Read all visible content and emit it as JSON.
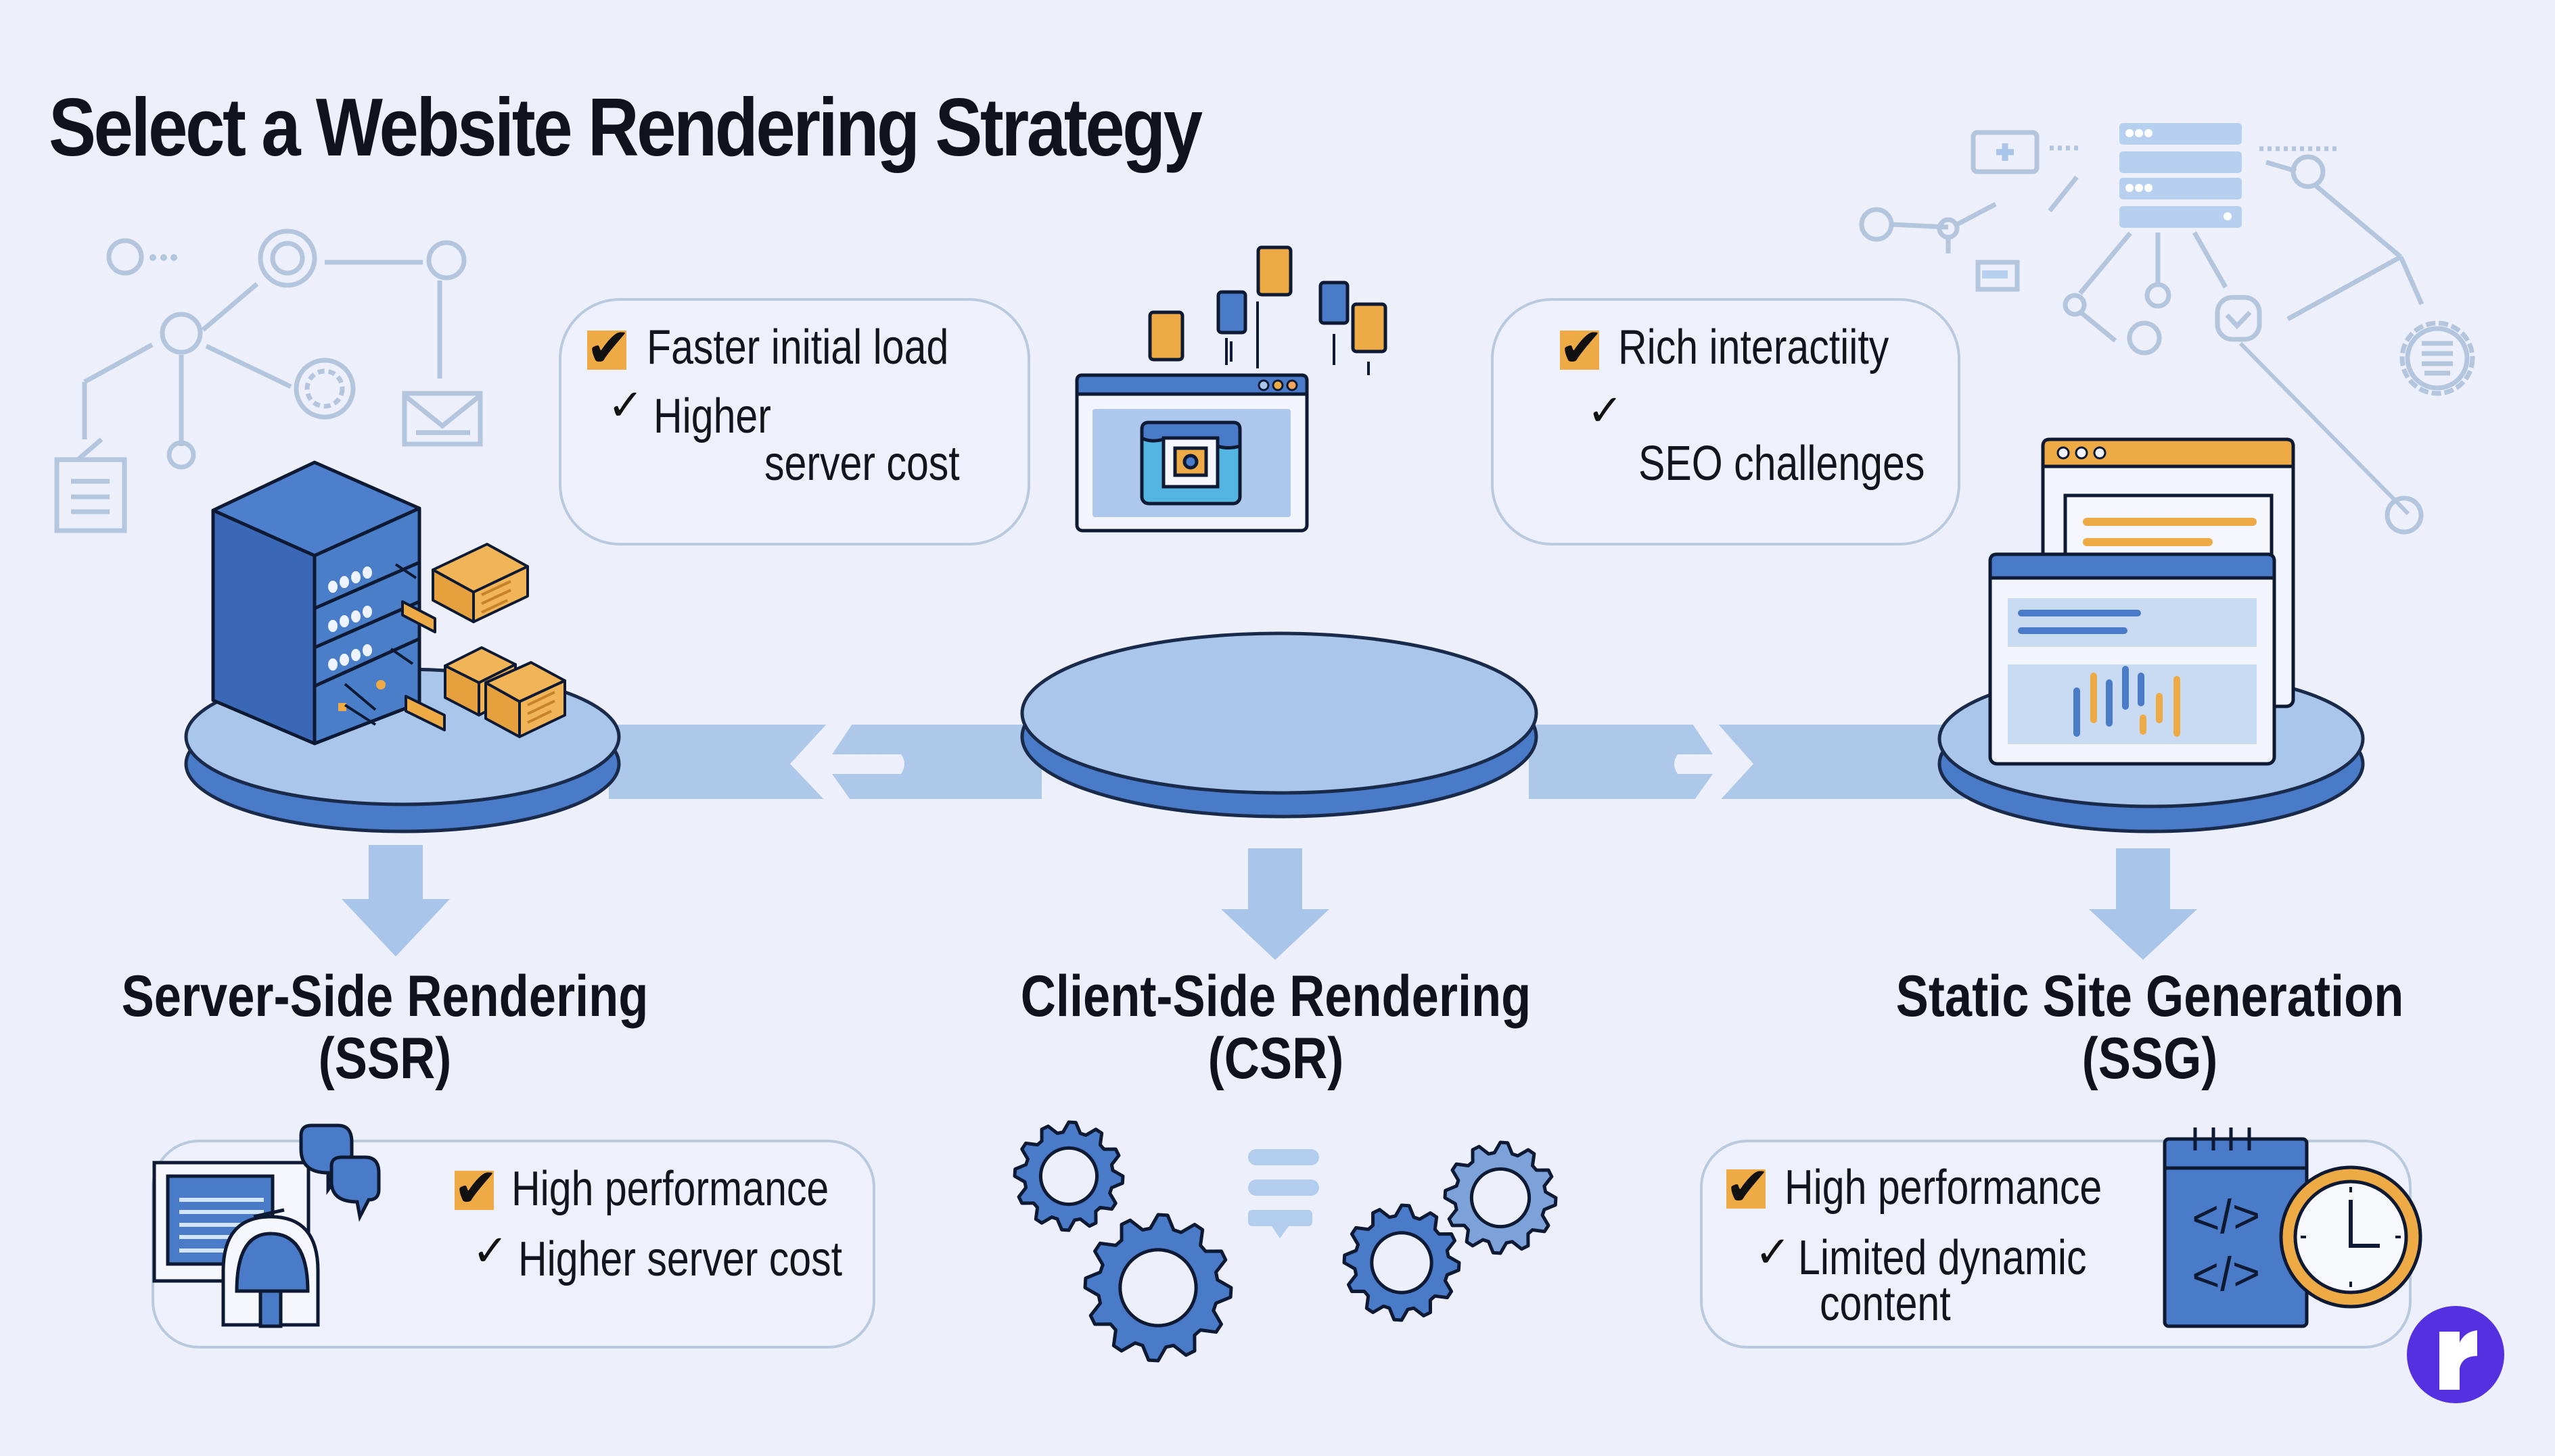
{
  "title": "Select a Website Rendering Strategy",
  "colors": {
    "background": "#edf0fb",
    "primary_blue": "#4a7bc8",
    "light_blue": "#a9c6ea",
    "accent_orange": "#eeaa45",
    "text": "#10131c",
    "brand_purple": "#5530e0"
  },
  "top_callouts": {
    "ssr": {
      "items": [
        {
          "icon": "checkbox-checked-icon",
          "text": "Faster initial load"
        },
        {
          "icon": "checkmark-icon",
          "text": "Higher",
          "text_cont": "server cost"
        }
      ]
    },
    "csr": {
      "items": [
        {
          "icon": "checkbox-checked-icon",
          "text": "Rich interactiity"
        },
        {
          "icon": "checkmark-icon",
          "text": "SEO challenges"
        }
      ]
    }
  },
  "strategies": [
    {
      "id": "ssr",
      "name": "Server-Side Rendering",
      "abbr": "(SSR)",
      "illustration": "server-rack-icon",
      "bottom_box": {
        "icon": "monitor-chat-icon",
        "items": [
          {
            "icon": "checkbox-checked-icon",
            "text": "High performance"
          },
          {
            "icon": "checkmark-icon",
            "text": "Higher server cost"
          }
        ]
      }
    },
    {
      "id": "csr",
      "name": "Client-Side Rendering",
      "abbr": "(CSR)",
      "illustration": "browser-window-icon",
      "bottom_icons": [
        "gear-icon",
        "gear-icon",
        "stack-icon",
        "gear-icon",
        "gear-icon"
      ]
    },
    {
      "id": "ssg",
      "name": "Static Site Generation",
      "abbr": "(SSG)",
      "illustration": "stacked-pages-icon",
      "bottom_box": {
        "icon": "code-notebook-clock-icon",
        "items": [
          {
            "icon": "checkbox-checked-icon",
            "text": "High performance"
          },
          {
            "icon": "checkmark-icon",
            "text": "Limited dynamic",
            "text_cont": "content"
          }
        ]
      }
    }
  ],
  "glyphs": {
    "check": "✓",
    "check_bold": "✔",
    "code": "</>",
    "logo_letter": "r"
  },
  "arrows": {
    "left_connector": "arrow-left-icon",
    "right_connector": "arrow-right-icon"
  }
}
